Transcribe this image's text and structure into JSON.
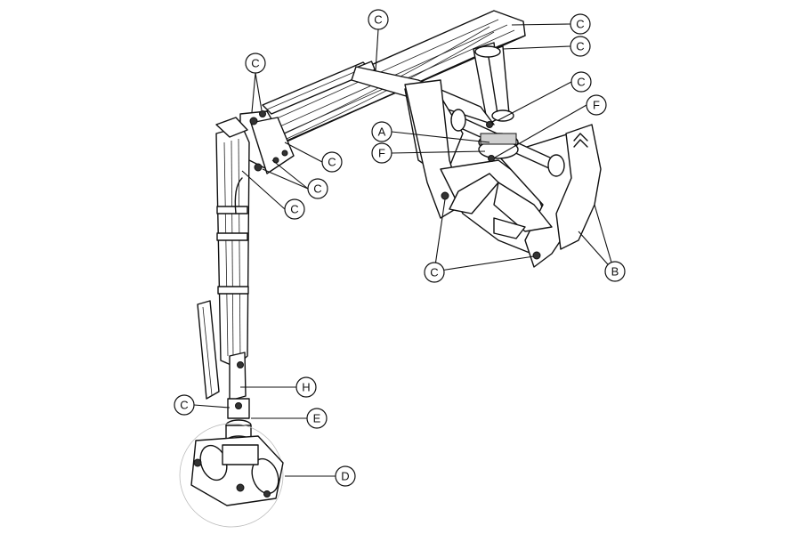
{
  "diagram": {
    "labels": {
      "A": "A",
      "B": "B",
      "C": "C",
      "D": "D",
      "E": "E",
      "F": "F",
      "H": "H"
    },
    "callout_color": "#111111",
    "background": "#ffffff"
  }
}
